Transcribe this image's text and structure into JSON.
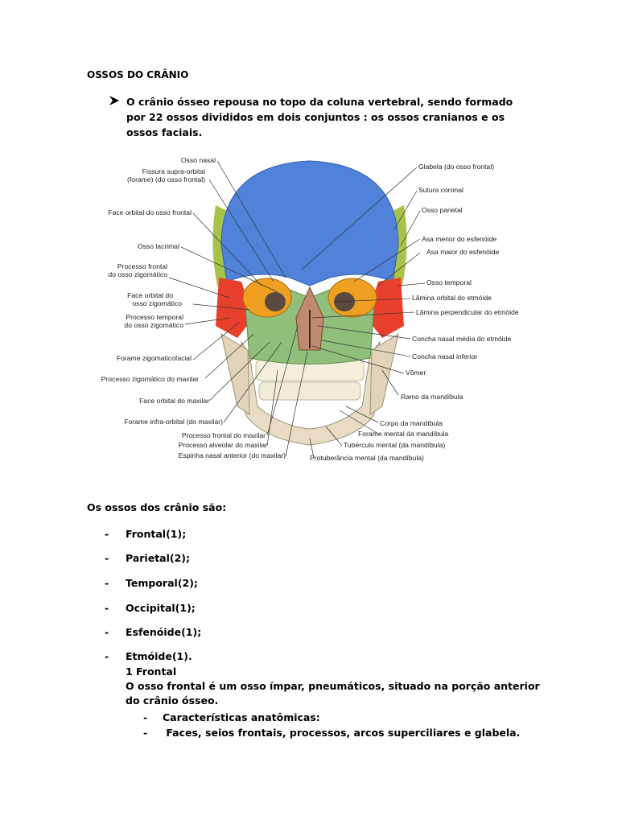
{
  "title": "OSSOS DO CRÂNIO",
  "intro": "O crânio ósseo repousa no topo da coluna vertebral, sendo formado por 22 ossos divididos em dois conjuntos : os ossos cranianos e os ossos faciais.",
  "figure": {
    "labels_left": [
      "Osso nasal",
      "Fissura supra-orbital",
      "(forame) (do osso frontal)",
      "Face orbital do osso frontal",
      "Osso lacrimal",
      "Processo frontal",
      "do osso zigomático",
      "Face orbital do",
      "osso zigomático",
      "Processo temporal",
      "do osso zigomático",
      "Forame zigomaticofacial",
      "Processo zigomático do maxilar",
      "Face orbital do maxilar",
      "Forame infra-orbital (do maxilar)",
      "Processo frontal do maxilar",
      "Processo alveolar do maxilar",
      "Espinha nasal anterior (do maxilar)"
    ],
    "labels_right": [
      "Glabela (do osso frontal)",
      "Sutura coronal",
      "Osso parietal",
      "Asa menor do esfenóide",
      "Asa maior do esfenóide",
      "Osso temporal",
      "Lâmina orbital do etmóide",
      "Lâmina perpendicular do etmóide",
      "Concha nasal média do etmóide",
      "Concha nasal inferior",
      "Vômer",
      "Ramo da mandíbula",
      "Corpo da mandíbula",
      "Forame mental da mandíbula",
      "Tubérculo mental (da mandíbula)",
      "Protuberância mental (da mandíbula)"
    ],
    "colors": {
      "frontal": "#4f82d8",
      "parietal": "#a8c24a",
      "zygomatic": "#e8402c",
      "maxilla": "#8fbf7a",
      "sphenoid": "#f0a020",
      "mandible": "#e8dcc4",
      "nasal": "#c08a70"
    }
  },
  "list_heading": "Os ossos dos crânio são:",
  "bones": [
    "Frontal(1);",
    "Parietal(2);",
    "Temporal(2);",
    "Occipital(1);",
    "Esfenóide(1);",
    "Etmóide(1)."
  ],
  "dash": "-",
  "detail": {
    "heading": "1 Frontal",
    "text": "O osso frontal é um osso ímpar, pneumáticos, situado na porção anterior do crânio ósseo.",
    "sub_items": [
      "Características anatômicas:",
      " Faces, seios frontais, processos, arcos superciliares e glabela."
    ]
  }
}
